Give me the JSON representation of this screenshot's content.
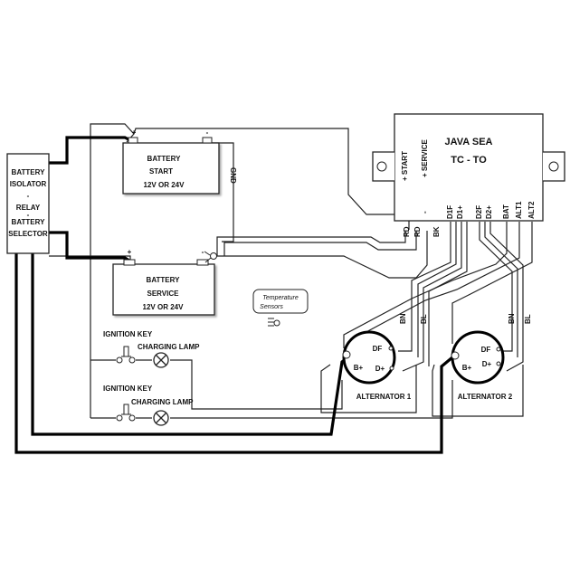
{
  "controller": {
    "title": "JAVA SEA",
    "subtitle": "TC - TO"
  },
  "terminals": {
    "start": "+ START",
    "service": "+ SERVICE",
    "minus": "-",
    "d1f": "D1F",
    "d1p": "D1+",
    "d2f": "D2F",
    "d2p": "D2+",
    "bat": "BAT",
    "alt1": "ALT1",
    "alt2": "ALT2"
  },
  "wire_colors": {
    "rd1": "RD",
    "rd2": "RD",
    "bk": "BK",
    "bn1": "BN",
    "bl1": "BL",
    "bn2": "BN",
    "bl2": "BL",
    "gnd": "GND"
  },
  "isolator": {
    "l1": "BATTERY",
    "l2": "ISOLATOR",
    "l3": "-",
    "l4": "RELAY",
    "l5": "-",
    "l6": "BATTERY",
    "l7": "SELECTOR"
  },
  "battery_start": {
    "name": "BATTERY",
    "role": "START",
    "voltage": "12V OR 24V",
    "plus": "+",
    "minus": "-"
  },
  "battery_service": {
    "name": "BATTERY",
    "role": "SERVICE",
    "voltage": "12V OR 24V",
    "plus": "+",
    "minus": "-"
  },
  "sensor": {
    "l1": "Temperature",
    "l2": "Sensors"
  },
  "ignition1": {
    "key": "IGNITION KEY",
    "lamp": "CHARGING LAMP"
  },
  "ignition2": {
    "key": "IGNITION KEY",
    "lamp": "CHARGING LAMP"
  },
  "alternator1": {
    "name": "ALTERNATOR 1",
    "df": "DF",
    "bplus": "B+",
    "dplus": "D+"
  },
  "alternator2": {
    "name": "ALTERNATOR 2",
    "df": "DF",
    "bplus": "B+",
    "dplus": "D+"
  }
}
